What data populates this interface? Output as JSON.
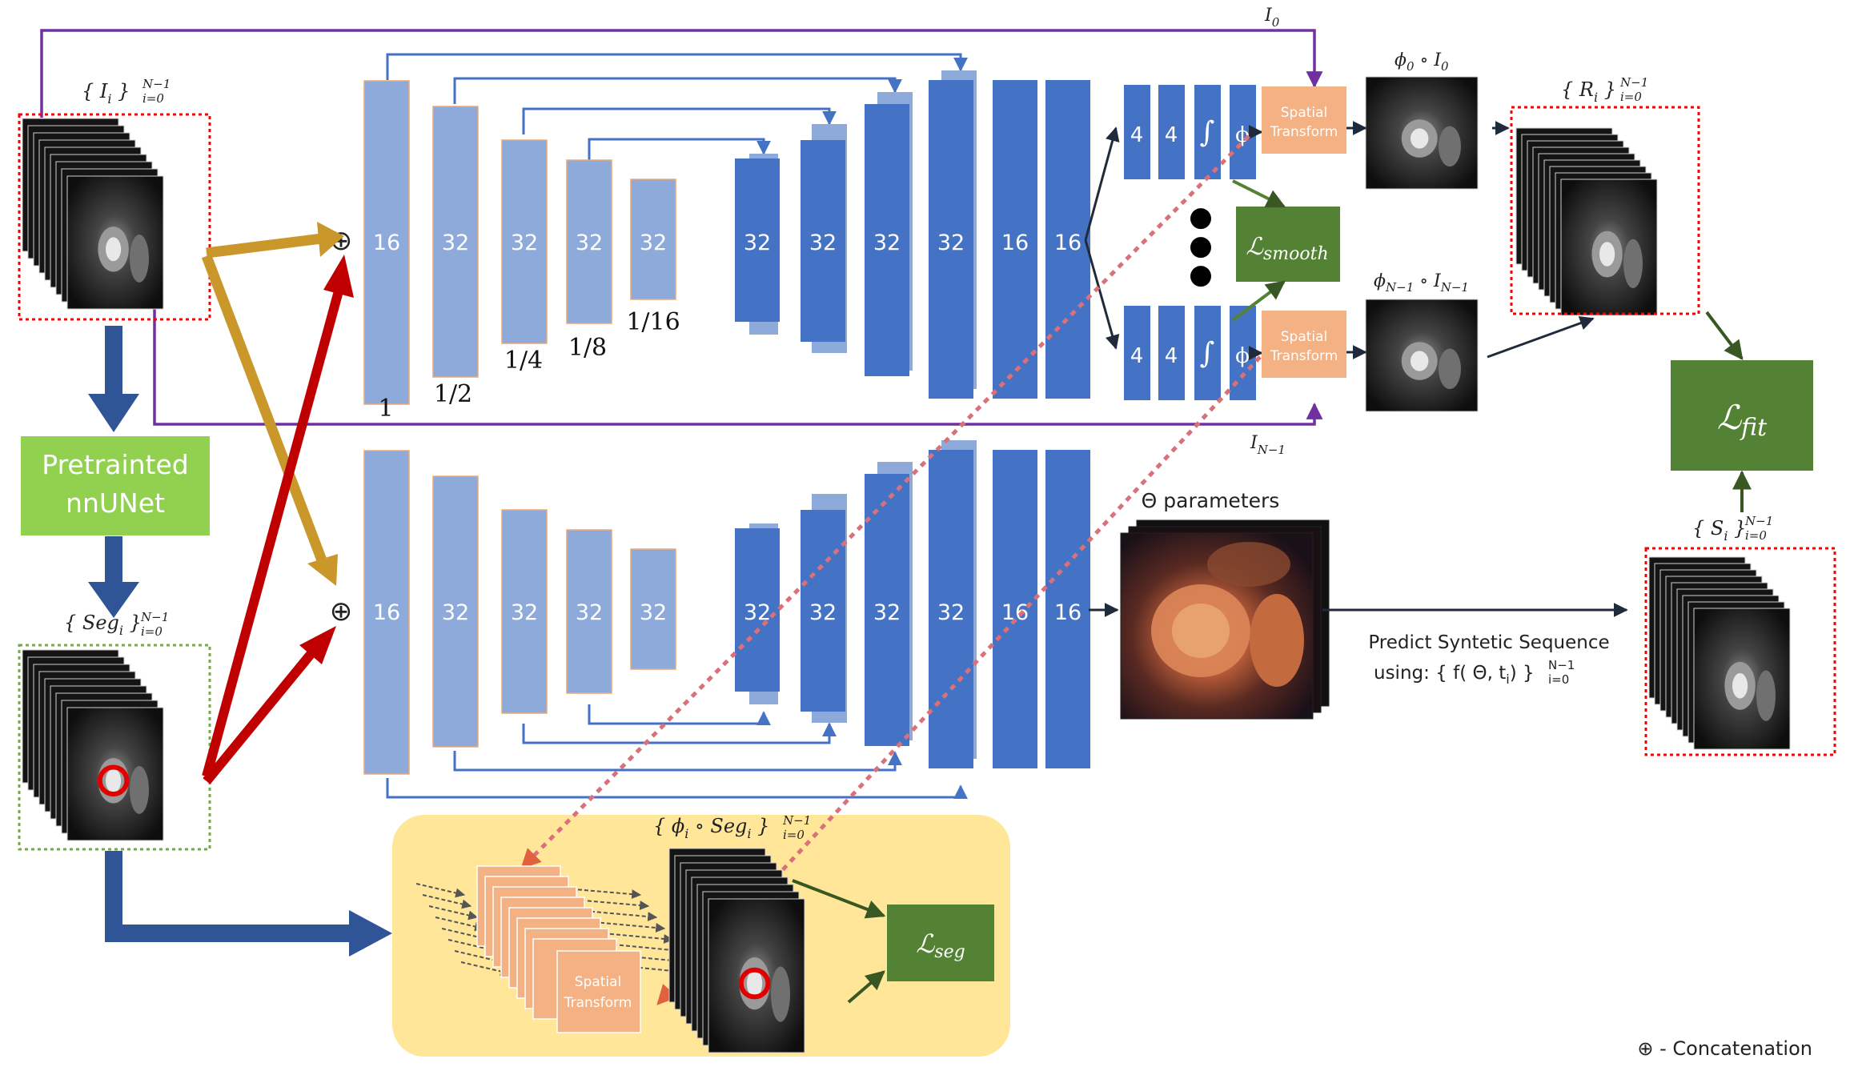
{
  "labels": {
    "input_set": "{ I",
    "input_set_sub": "i",
    "input_set_range_top": "N−1",
    "input_set_range_bot": "i=0",
    "seg_set": "{ Seg",
    "seg_set_sub": "i",
    "seg_set_range_top": "N−1",
    "seg_set_range_bot": "i=0",
    "nnunet_line1": "Pretrainted",
    "nnunet_line2": "nnUNet",
    "i0_label": "I",
    "i0_sub": "0",
    "in1_label": "I",
    "in1_sub": "N−1",
    "phi0_label": "ϕ",
    "phi0_sub": "0",
    "phi0_rest": " ∘ I",
    "phi0_rest_sub": "0",
    "phin_label": "ϕ",
    "phin_sub": "N−1",
    "phin_rest": " ∘ I",
    "phin_rest_sub": "N−1",
    "r_set": "{ R",
    "r_set_sub": "i",
    "r_set_range_top": "N−1",
    "r_set_range_bot": "i=0",
    "s_set": "{ S",
    "s_set_sub": "i",
    "s_set_range_top": "N−1",
    "s_set_range_bot": "i=0",
    "theta_label": "Θ parameters",
    "predict_line1": "Predict Syntetic Sequence",
    "predict_line2": "using:  { f( Θ, t",
    "predict_line2_sub": "i",
    "predict_line2_end": ") }",
    "predict_range_top": "N−1",
    "predict_range_bot": "i=0",
    "phiseg_set": "{ ϕ",
    "phiseg_sub": "i",
    "phiseg_mid": " ∘ Seg",
    "phiseg_sub2": "i",
    "phiseg_end": " }",
    "phiseg_range_top": "N−1",
    "phiseg_range_bot": "i=0",
    "l_smooth": "ℒ",
    "l_smooth_sub": "smooth",
    "l_fit": "ℒ",
    "l_fit_sub": "fit",
    "l_seg": "ℒ",
    "l_seg_sub": "seg",
    "spatial_line1": "Spatial",
    "spatial_line2": "Transform",
    "concat_symbol": "⊕",
    "legend": "⊕ - Concatenation",
    "four": "4",
    "integral": "∫",
    "phi": "ϕ",
    "dot": "●"
  },
  "unet_top": {
    "encoder_channels": [
      "16",
      "32",
      "32",
      "32",
      "32"
    ],
    "encoder_scales": [
      "1",
      "1/2",
      "1/4",
      "1/8",
      "1/16"
    ],
    "decoder_channels": [
      "32",
      "32",
      "32",
      "32",
      "16",
      "16"
    ]
  },
  "unet_bottom": {
    "encoder_channels": [
      "16",
      "32",
      "32",
      "32",
      "32"
    ],
    "decoder_channels": [
      "32",
      "32",
      "32",
      "32",
      "16",
      "16"
    ]
  },
  "colors": {
    "encoder": "#8eaadb",
    "encoder_border": "#e8a878",
    "decoder": "#4472c4",
    "decoder_skip": "#8eaadb",
    "skip_line": "#4472c4",
    "gold_arrow": "#c9972a",
    "red_arrow": "#c00000",
    "purple": "#7030a0",
    "navy_arrow": "#2f5597",
    "loss_green": "#548235",
    "nnunet_green": "#92d050",
    "spatial": "#f4b183",
    "yellow_panel": "#ffe699",
    "dashed_red": "#ff0000",
    "dashed_green": "#70ad47",
    "dotted_red": "#d9707a"
  }
}
